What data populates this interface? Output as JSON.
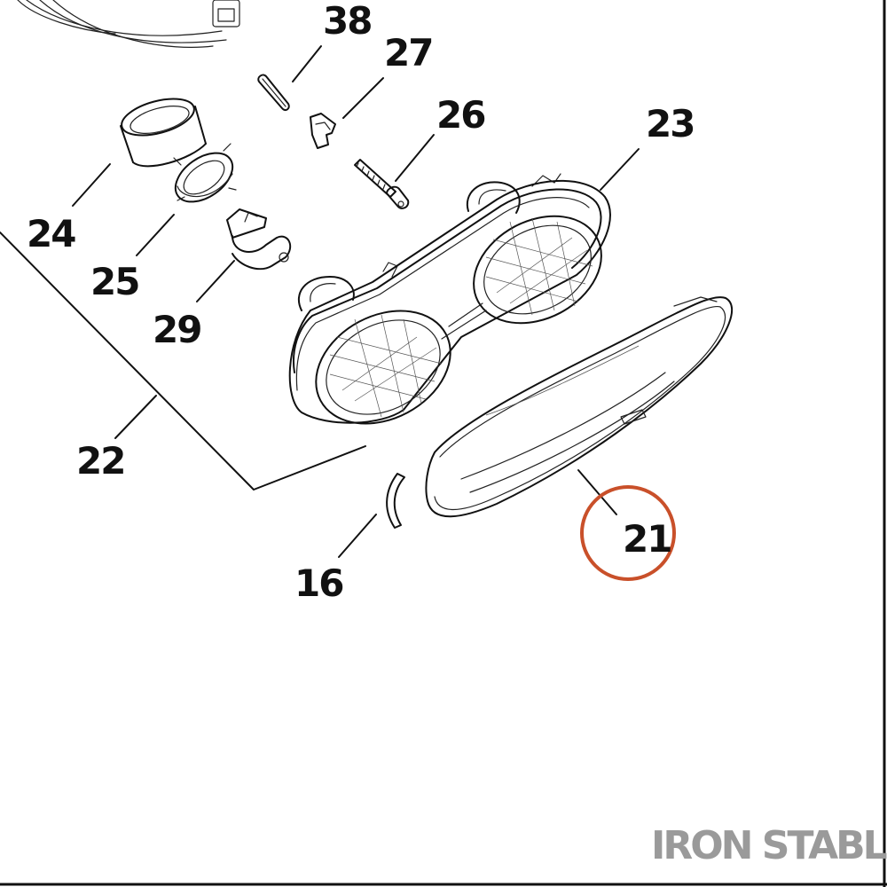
{
  "callouts": {
    "n38": "38",
    "n27": "27",
    "n26": "26",
    "n23": "23",
    "n24": "24",
    "n25": "25",
    "n29": "29",
    "n22": "22",
    "n21": "21",
    "n16": "16"
  },
  "highlighted_part": "21",
  "highlight_color": "#c9502a",
  "watermark": {
    "text": "IRON STABLE",
    "color": "#9a9a9a"
  }
}
